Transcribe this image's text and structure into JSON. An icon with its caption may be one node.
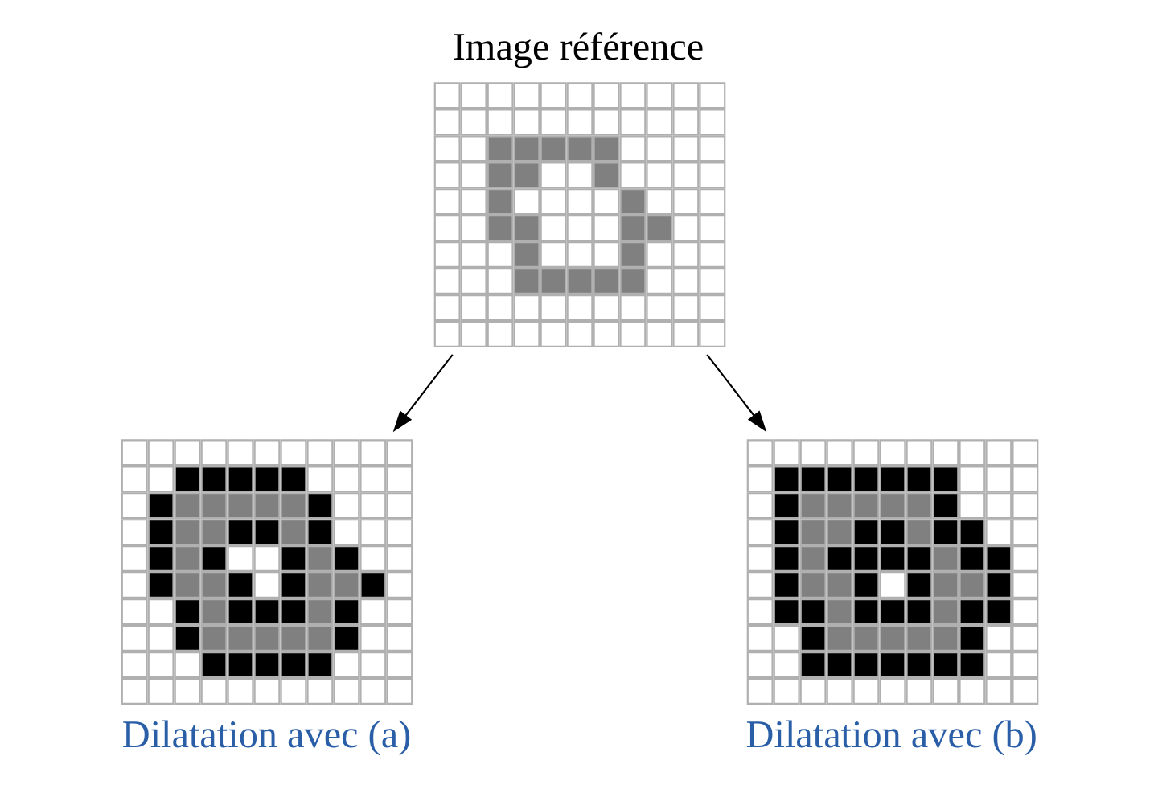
{
  "diagram": {
    "nodes": [
      {
        "text": [
          "Image référence"
        ]
      },
      {
        "text": [
          "Dilatation avec (a)"
        ]
      },
      {
        "text": [
          "Dilatation avec (b)"
        ]
      }
    ],
    "edges": [
      {
        "from": 0,
        "to": 1,
        "arrow": "to"
      },
      {
        "from": 0,
        "to": 2,
        "arrow": "to"
      }
    ]
  }
}
